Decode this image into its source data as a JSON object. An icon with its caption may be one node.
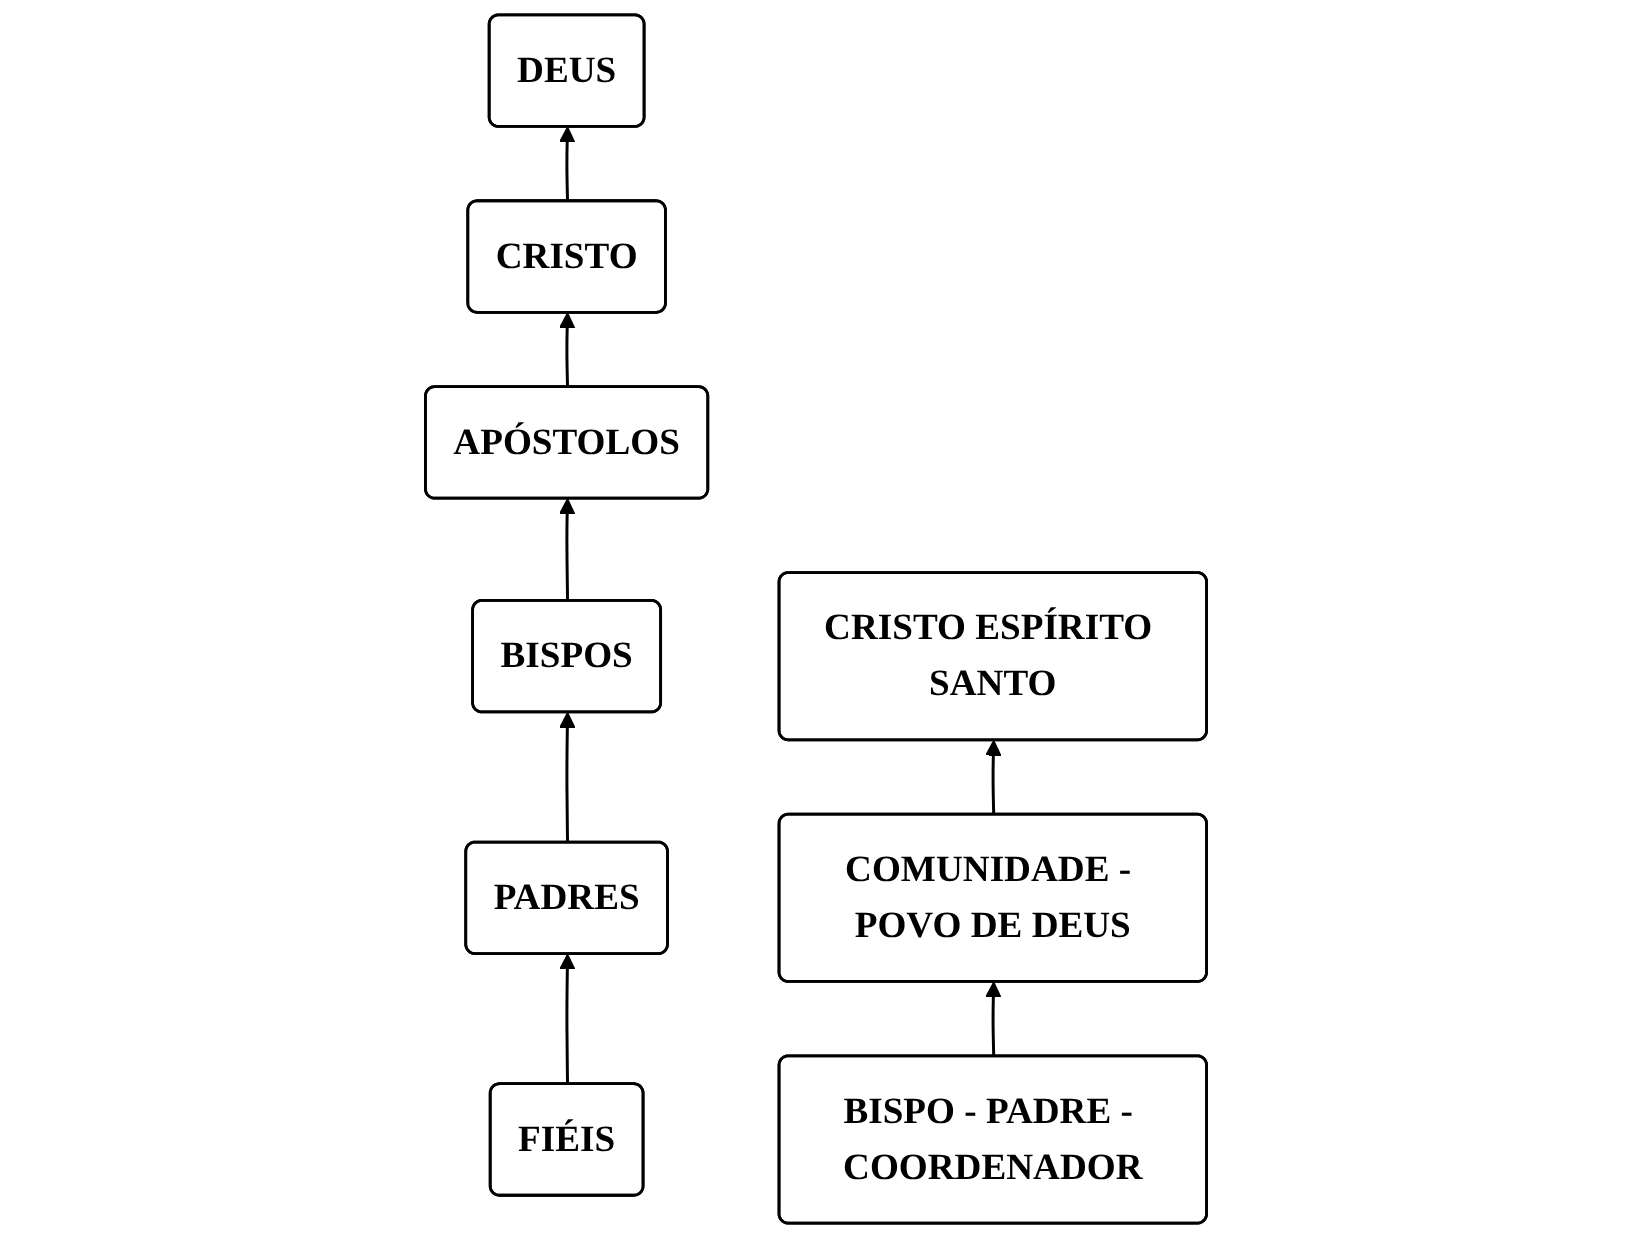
{
  "diagram": {
    "nodes": [
      {
        "text": [
          "DEUS"
        ]
      },
      {
        "text": [
          "CRISTO"
        ]
      },
      {
        "text": [
          "APÓSTOLOS"
        ]
      },
      {
        "text": [
          "BISPOS"
        ]
      },
      {
        "text": [
          "PADRES"
        ]
      },
      {
        "text": [
          "FIÉIS"
        ]
      },
      {
        "text": [
          "CRISTO ESPÍRITO SANTO"
        ]
      },
      {
        "text": [
          "COMUNIDADE - POVO DE DEUS"
        ]
      },
      {
        "text": [
          "BISPO - PADRE - COORDENADOR"
        ]
      }
    ],
    "edges": [
      {
        "from": 5,
        "to": 4,
        "arrow": "to"
      },
      {
        "from": 4,
        "to": 3,
        "arrow": "to"
      },
      {
        "from": 3,
        "to": 2,
        "arrow": "to"
      },
      {
        "from": 2,
        "to": 1,
        "arrow": "to"
      },
      {
        "from": 1,
        "to": 0,
        "arrow": "to"
      },
      {
        "from": 8,
        "to": 7,
        "arrow": "to"
      },
      {
        "from": 7,
        "to": 6,
        "arrow": "to"
      }
    ]
  }
}
